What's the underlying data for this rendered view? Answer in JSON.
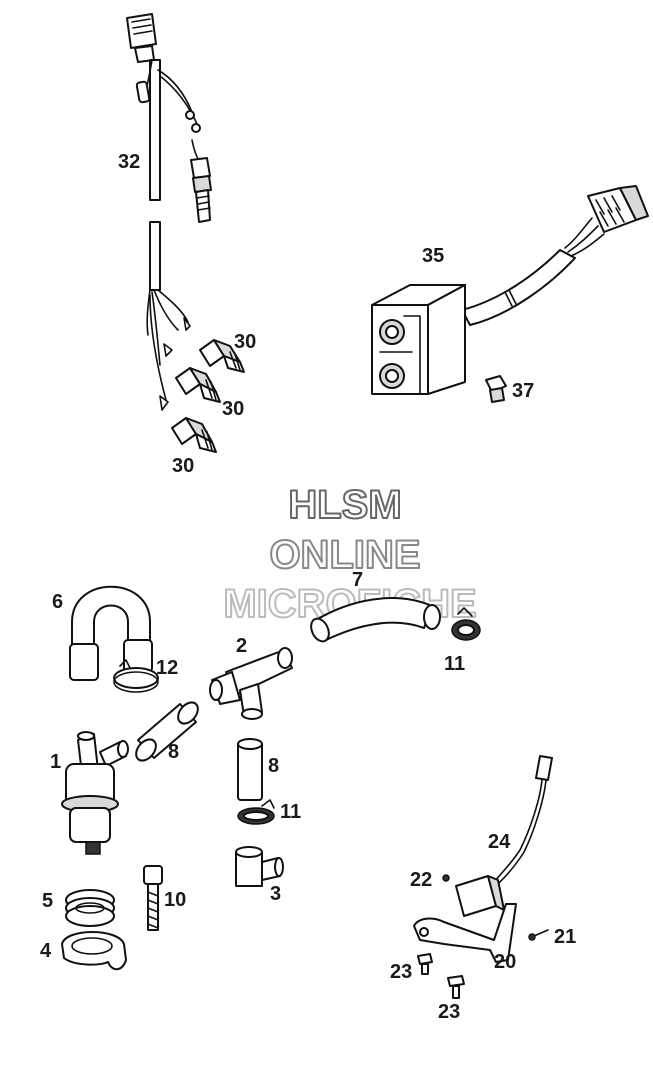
{
  "watermark": {
    "line1": "HLSM",
    "line2": "ONLINE",
    "line3": "MICROFICHE"
  },
  "callouts": {
    "c32": "32",
    "c30a": "30",
    "c30b": "30",
    "c30c": "30",
    "c35": "35",
    "c37": "37",
    "c6": "6",
    "c7": "7",
    "c2": "2",
    "c12": "12",
    "c11a": "11",
    "c1": "1",
    "c8a": "8",
    "c8b": "8",
    "c11b": "11",
    "c10": "10",
    "c3": "3",
    "c5": "5",
    "c4": "4",
    "c24": "24",
    "c22": "22",
    "c21": "21",
    "c20": "20",
    "c23a": "23",
    "c23b": "23"
  }
}
